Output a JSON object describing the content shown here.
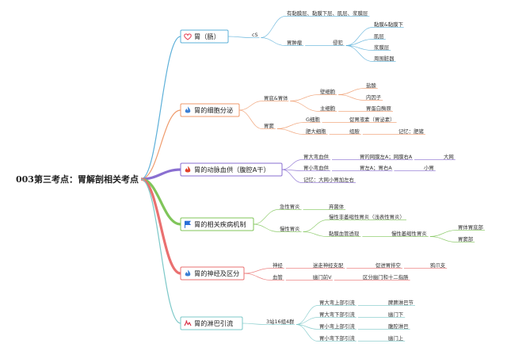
{
  "root": {
    "label": "003第三考点：胃解剖相关考点"
  },
  "colors": {
    "blue": "#5db0d9",
    "orange": "#ef9a6b",
    "purple": "#8a6fd1",
    "green": "#80c55a",
    "red": "#ea7070",
    "teal": "#7cc8c8",
    "heart_icon": "#e84a5f",
    "flame_blue": "#3b7fd4",
    "flame_red": "#e2412b",
    "flag_blue": "#2a6fd8",
    "wave_icon": "#d9344a"
  },
  "branches": [
    {
      "label": "胃（肠）",
      "icon": "heart-icon",
      "children": [
        {
          "label": "cS",
          "children": [
            {
              "label": "有黏膜层、黏膜下层、肌层、浆膜层"
            },
            {
              "label": "胃肿瘤",
              "children": [
                {
                  "label": "侵犯",
                  "children": [
                    {
                      "label": "黏膜&黏膜下"
                    },
                    {
                      "label": "肌层"
                    },
                    {
                      "label": "浆膜层"
                    },
                    {
                      "label": "周围脏器"
                    }
                  ]
                }
              ]
            }
          ]
        }
      ]
    },
    {
      "label": "胃的细胞分泌",
      "icon": "flame-icon",
      "children": [
        {
          "label": "胃底&胃体",
          "children": [
            {
              "label": "壁细胞",
              "children": [
                {
                  "label": "盐酸"
                },
                {
                  "label": "内因子"
                }
              ]
            },
            {
              "label": "主细胞",
              "children": [
                {
                  "label": "胃蛋白酶原"
                }
              ]
            }
          ]
        },
        {
          "label": "胃窦",
          "children": [
            {
              "label": "G细胞",
              "children": [
                {
                  "label": "促胃液素（胃泌素）"
                }
              ]
            },
            {
              "label": "肥大细胞",
              "children": [
                {
                  "label": "组胺",
                  "children": [
                    {
                      "label": "记忆：肥猪"
                    }
                  ]
                }
              ]
            }
          ]
        }
      ]
    },
    {
      "label": "胃的动脉血供（腹腔A干）",
      "icon": "flame-icon",
      "children": [
        {
          "label": "胃大弯血供",
          "children": [
            {
              "label": "胃的网膜左A；网膜右A",
              "children": [
                {
                  "label": "大网"
                }
              ]
            }
          ]
        },
        {
          "label": "胃小弯血供",
          "children": [
            {
              "label": "胃左A；胃右A",
              "children": [
                {
                  "label": "小胃"
                }
              ]
            }
          ]
        },
        {
          "label": "记忆：大网小胃加左右"
        }
      ]
    },
    {
      "label": "胃的相关疾病机制",
      "icon": "flag-icon",
      "children": [
        {
          "label": "急性胃炎",
          "children": [
            {
              "label": "弃菌体"
            }
          ]
        },
        {
          "label": "慢性胃炎",
          "children": [
            {
              "label": "慢性非萎缩性胃炎（浅表性胃炎）"
            },
            {
              "label": "黏膜血管透现",
              "children": [
                {
                  "label": "慢性萎缩性胃炎",
                  "children": [
                    {
                      "label": "胃体胃底部"
                    },
                    {
                      "label": "胃窦部"
                    }
                  ]
                }
              ]
            }
          ]
        }
      ]
    },
    {
      "label": "胃的神经及区分",
      "icon": "flame-icon",
      "children": [
        {
          "label": "神经",
          "children": [
            {
              "label": "迷走神经支配",
              "children": [
                {
                  "label": "促进胃排空",
                  "children": [
                    {
                      "label": "鸦爪支"
                    }
                  ]
                }
              ]
            }
          ]
        },
        {
          "label": "血管",
          "children": [
            {
              "label": "幽门前V",
              "children": [
                {
                  "label": "区分幽门和十二指肠"
                }
              ]
            }
          ]
        }
      ]
    },
    {
      "label": "胃的淋巴引流",
      "icon": "wave-icon",
      "children": [
        {
          "label": "3站16组4群",
          "children": [
            {
              "label": "胃大弯上部引流",
              "children": [
                {
                  "label": "脾脾淋巴节"
                }
              ]
            },
            {
              "label": "胃大弯下部引流",
              "children": [
                {
                  "label": "幽门下"
                }
              ]
            },
            {
              "label": "胃小弯上部引流",
              "children": [
                {
                  "label": "腹腔淋巴"
                }
              ]
            },
            {
              "label": "胃小弯下部引流",
              "children": [
                {
                  "label": "幽门上"
                }
              ]
            }
          ]
        }
      ]
    }
  ]
}
